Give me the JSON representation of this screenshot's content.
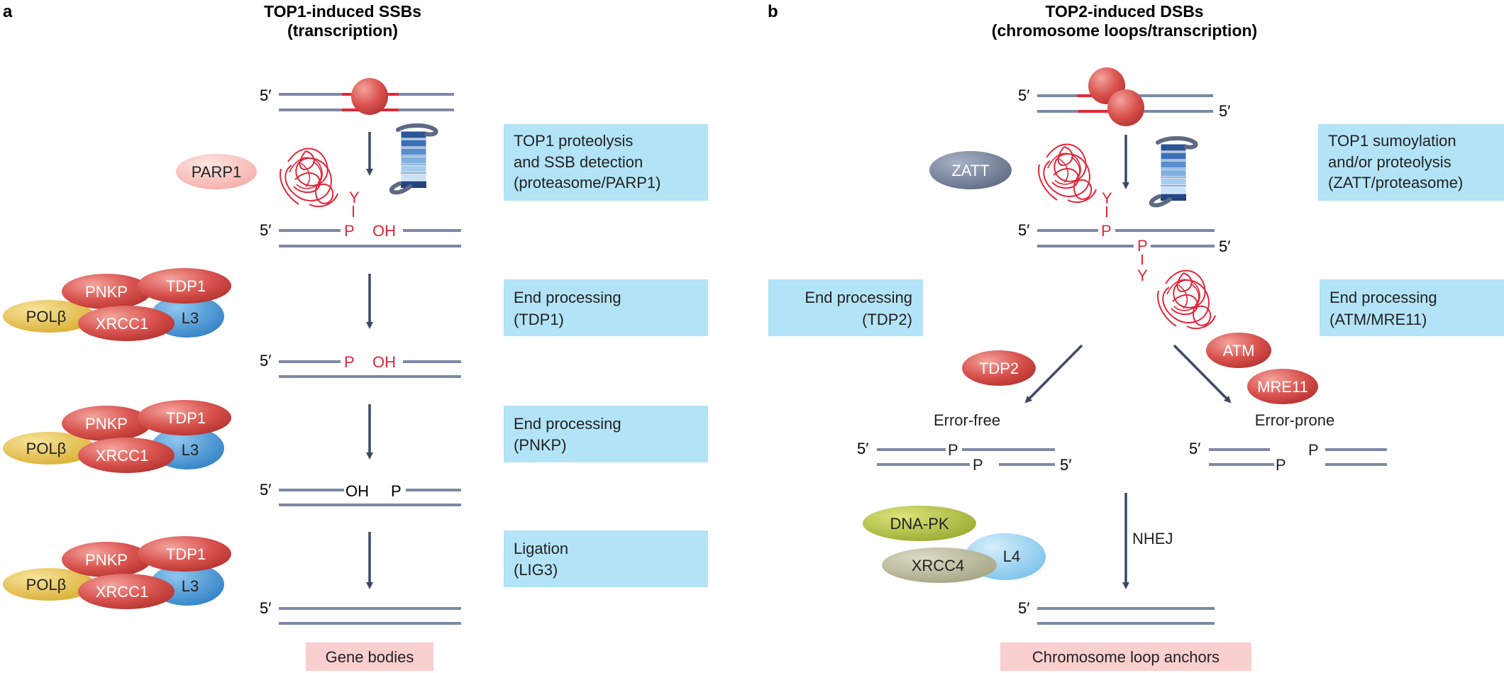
{
  "panel_a": {
    "letter": "a",
    "title_line1": "TOP1-induced SSBs",
    "title_line2": "(transcription)",
    "five_prime": "5′",
    "parp1": "PARP1",
    "tyr": "Y",
    "phos": "P",
    "hydroxyl": "OH",
    "steps": [
      {
        "line1": "TOP1 proteolysis",
        "line2": "and SSB detection",
        "line3": "(proteasome/PARP1)"
      },
      {
        "line1": "End processing",
        "line2": "(TDP1)"
      },
      {
        "line1": "End processing",
        "line2": "(PNKP)"
      },
      {
        "line1": "Ligation",
        "line2": "(LIG3)"
      }
    ],
    "complex": {
      "pnkp": "PNKP",
      "tdp1": "TDP1",
      "polb": "POLβ",
      "xrcc1": "XRCC1",
      "l3": "L3"
    },
    "footer": "Gene bodies"
  },
  "panel_b": {
    "letter": "b",
    "title_line1": "TOP2-induced DSBs",
    "title_line2": "(chromosome loops/transcription)",
    "five_prime": "5′",
    "zatt": "ZATT",
    "tyr": "Y",
    "phos": "P",
    "step_top": {
      "line1": "TOP1 sumoylation",
      "line2": "and/or proteolysis",
      "line3": "(ZATT/proteasome)"
    },
    "step_tdp2": {
      "line1": "End processing",
      "line2": "(TDP2)"
    },
    "step_atm": {
      "line1": "End processing",
      "line2": "(ATM/MRE11)"
    },
    "tdp2": "TDP2",
    "atm": "ATM",
    "mre11": "MRE11",
    "error_free": "Error-free",
    "error_prone": "Error-prone",
    "nhej": "NHEJ",
    "dnapk": "DNA-PK",
    "xrcc4": "XRCC4",
    "l4": "L4",
    "footer": "Chromosome loop anchors"
  },
  "colors": {
    "dna": "#7d88a3",
    "arrow": "#3a4a66",
    "red_text": "#e3263a",
    "step_box": "#b3e3f6",
    "footer_box": "#f9cfd0",
    "protein_red": "#d9534f",
    "protein_blue": "#3f8fd0",
    "protein_yellow": "#e8c24a",
    "zatt_gray": "#6f7d95",
    "dnapk_green": "#a8b93a",
    "xrcc4_olive": "#b5b495",
    "l4_lightblue": "#8fcff0"
  }
}
